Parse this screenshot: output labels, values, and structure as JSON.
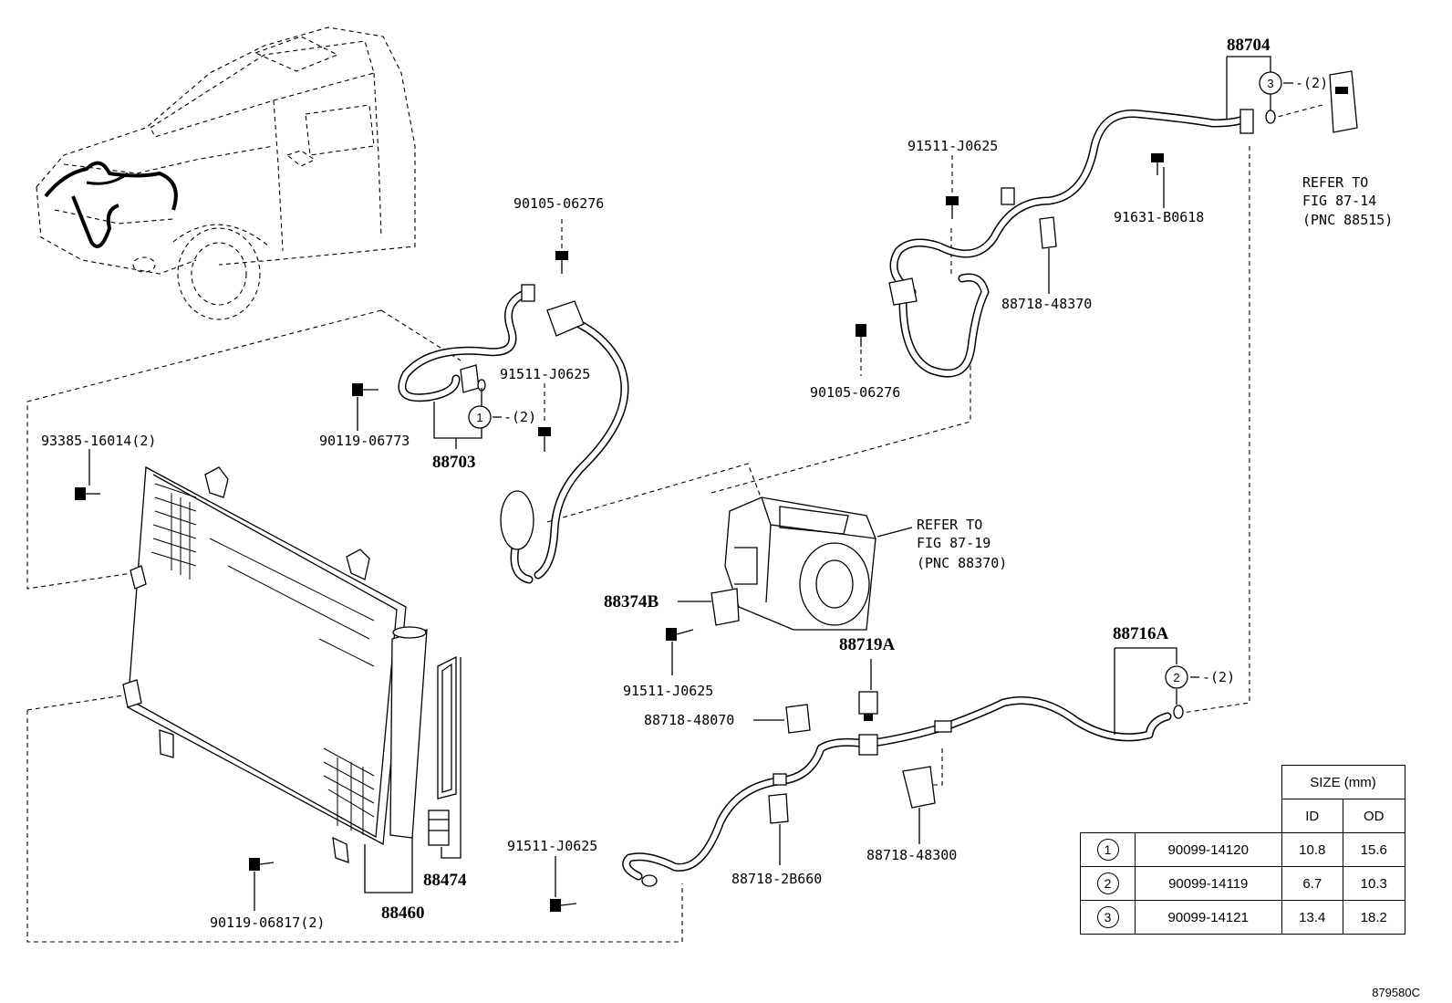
{
  "labels": {
    "p88704": "88704",
    "p91511_top": "91511-J0625",
    "p91631": "91631-B0618",
    "p88718_48370": "88718-48370",
    "p90105_right": "90105-06276",
    "p90105_left": "90105-06276",
    "p91511_mid": "91511-J0625",
    "p90119_06773": "90119-06773",
    "p88703": "88703",
    "p93385": "93385-16014(2)",
    "p88374B": "88374B",
    "p91511_lower": "91511-J0625",
    "p88719A": "88719A",
    "p88716A": "88716A",
    "p88718_48070": "88718-48070",
    "p88718_48300": "88718-48300",
    "p88718_2B660": "88718-2B660",
    "p91511_bottom": "91511-J0625",
    "p88474": "88474",
    "p88460": "88460",
    "p90119_06817": "90119-06817(2)",
    "qty1": "-(2)",
    "qty2": "-(2)",
    "qty3": "-(2)",
    "circ1": "1",
    "circ2": "2",
    "circ3": "3"
  },
  "refs": {
    "fig87_14": [
      "REFER TO",
      "FIG 87-14",
      "(PNC 88515)"
    ],
    "fig87_19": [
      "REFER TO",
      "FIG 87-19",
      "(PNC 88370)"
    ]
  },
  "size_table": {
    "title": "SIZE (mm)",
    "col_id": "ID",
    "col_od": "OD",
    "rows": [
      {
        "mark": "1",
        "part": "90099-14120",
        "id": "10.8",
        "od": "15.6"
      },
      {
        "mark": "2",
        "part": "90099-14119",
        "id": "6.7",
        "od": "10.3"
      },
      {
        "mark": "3",
        "part": "90099-14121",
        "id": "13.4",
        "od": "18.2"
      }
    ]
  },
  "figure_code": "879580C"
}
